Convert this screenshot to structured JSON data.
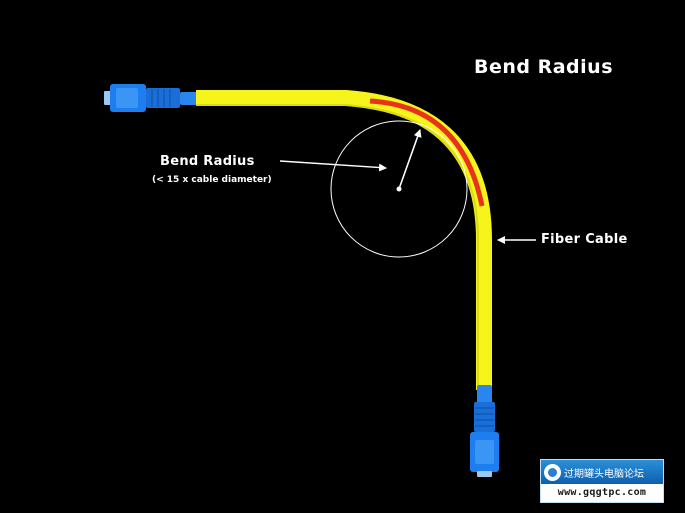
{
  "title": "Bend Radius",
  "bend_label": {
    "title": "Bend Radius",
    "subtitle": "(< 15 x cable diameter)"
  },
  "fiber_label": "Fiber Cable",
  "watermark": {
    "name": "过期罐头电脑论坛",
    "url": "www.gqgtpc.com"
  },
  "colors": {
    "background": "#000000",
    "cable": "#f5f51c",
    "bend_highlight": "#e8321c",
    "connector": "#1e7ef0",
    "annotation": "#ffffff"
  }
}
